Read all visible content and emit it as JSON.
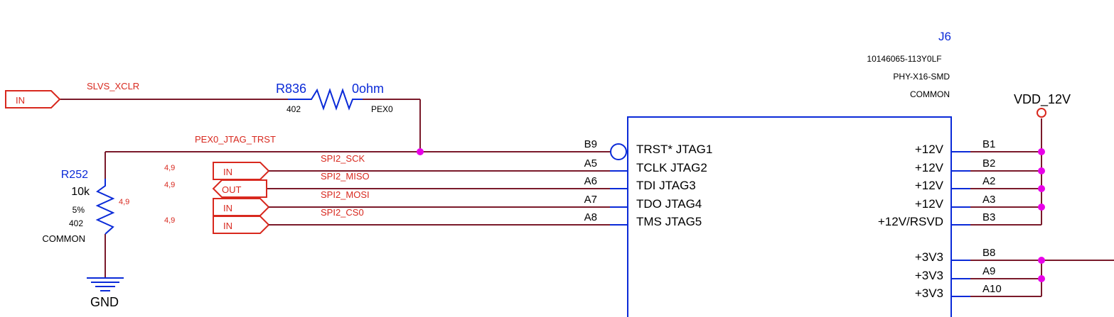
{
  "connector": {
    "refdes": "J6",
    "part_number": "10146065-113Y0LF",
    "footprint": "PHY-X16-SMD",
    "group": "COMMON",
    "left_pins": [
      {
        "pin": "B9",
        "name": "TRST* JTAG1"
      },
      {
        "pin": "A5",
        "name": "TCLK JTAG2"
      },
      {
        "pin": "A6",
        "name": "TDI JTAG3"
      },
      {
        "pin": "A7",
        "name": "TDO JTAG4"
      },
      {
        "pin": "A8",
        "name": "TMS JTAG5"
      }
    ],
    "right_pins": [
      {
        "pin": "B1",
        "name": "+12V"
      },
      {
        "pin": "B2",
        "name": "+12V"
      },
      {
        "pin": "A2",
        "name": "+12V"
      },
      {
        "pin": "A3",
        "name": "+12V"
      },
      {
        "pin": "B3",
        "name": "+12V/RSVD"
      },
      {
        "pin": "B8",
        "name": "+3V3"
      },
      {
        "pin": "A9",
        "name": "+3V3"
      },
      {
        "pin": "A10",
        "name": "+3V3"
      }
    ]
  },
  "r836": {
    "refdes": "R836",
    "value": "0ohm",
    "size": "402",
    "net": "PEX0"
  },
  "r252": {
    "refdes": "R252",
    "value": "10k",
    "tolerance": "5%",
    "size": "402",
    "group": "COMMON",
    "page_ref": "4,9"
  },
  "power": {
    "vdd": "VDD_12V",
    "gnd": "GND"
  },
  "ports": [
    {
      "dir": "IN",
      "net": "SLVS_XCLR"
    },
    {
      "dir": "IN",
      "net": "SPI2_SCK",
      "page_ref": "4,9"
    },
    {
      "dir": "OUT",
      "net": "SPI2_MISO",
      "page_ref": "4,9"
    },
    {
      "dir": "IN",
      "net": "SPI2_MOSI"
    },
    {
      "dir": "IN",
      "net": "SPI2_CS0",
      "page_ref": "4,9"
    }
  ],
  "nets": {
    "trst": "PEX0_JTAG_TRST"
  },
  "colors": {
    "net_text": "#d8281e",
    "symbol": "#0a2ad8",
    "wire": "#7a1a2a",
    "junction": "#e800e8"
  }
}
